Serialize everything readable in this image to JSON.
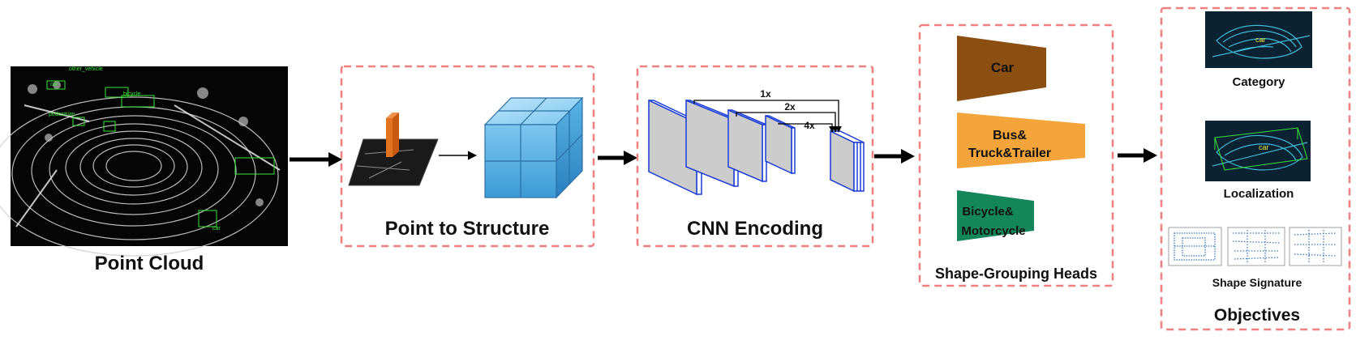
{
  "labels": {
    "point_cloud": "Point Cloud",
    "point_to_structure": "Point to Structure",
    "cnn_encoding": "CNN Encoding",
    "shape_grouping_heads": "Shape-Grouping Heads",
    "objectives": "Objectives"
  },
  "skip_connections": [
    "1x",
    "2x",
    "4x"
  ],
  "heads": [
    {
      "label": "Car",
      "color": "#8c4f12"
    },
    {
      "label_lines": [
        "Bus&",
        "Truck&Trailer"
      ],
      "color": "#f3a43a"
    },
    {
      "label_lines": [
        "Bicycle&",
        "Motorcycle"
      ],
      "color": "#13875a"
    }
  ],
  "objectives_items": {
    "category": "Category",
    "localization": "Localization",
    "shape_signature": "Shape Signature"
  },
  "point_cloud_annotations": {
    "other_vehicle": "other_vehicle",
    "car": "car",
    "pedestrian": "pedestrian",
    "bicycle": "bicycle"
  },
  "objective_annotation": "car",
  "colors": {
    "dashed_box": "#f08080",
    "cnn_edge": "#1a3cd6",
    "cnn_face": "#cccccc",
    "arrow": "#000000",
    "cube": "#5ab4e6",
    "pillar": "#e2731f",
    "annotation_green": "#39e639"
  }
}
